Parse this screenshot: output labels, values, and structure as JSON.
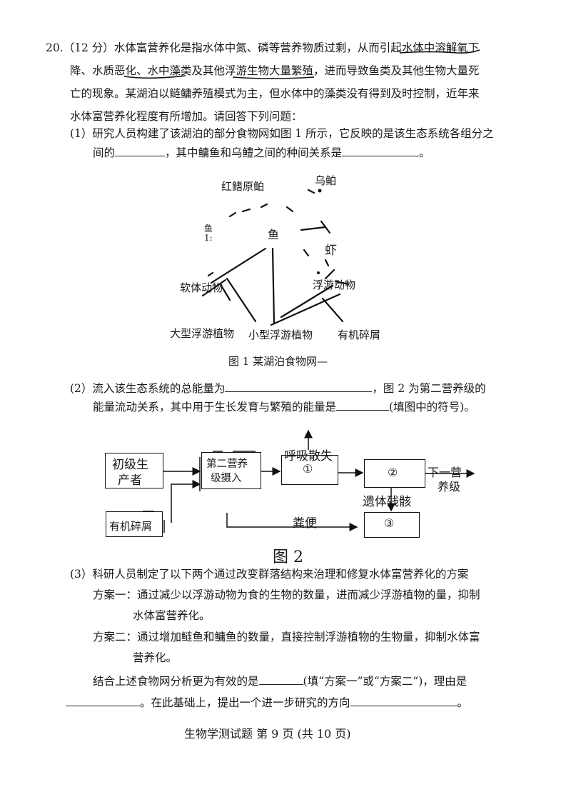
{
  "question": {
    "lines": [
      "20.（12 分）水体富营养化是指水体中氮、磷等营养物质过剩，从而引起水体中溶解氧下",
      "降、水质恶化、水中藻类及其他浮游生物大量繁殖，进而导致鱼类及其他生物大量死",
      "亡的现象。某湖泊以鲢鳙养殖模式为主，但水体中的藻类没有得到及时控制，近年来",
      "水体富营养化程度有所增加。请回答下列问题："
    ]
  },
  "part1": {
    "line1": "(1）研究人员构建了该湖泊的部分食物网如图 1 所示，它反映的是该生态系统各组分之",
    "line2_a": "间的",
    "line2_b": "，其中鳙鱼和乌鳢之间的种间关系是",
    "line2_c": "。"
  },
  "fig1": {
    "nodes": {
      "hongqi": "红鳍原鲌",
      "wushan": "乌鲌",
      "yu_left": "鱼",
      "yu_left_sub": "1:",
      "yu_mid": "鱼",
      "xia": "虾",
      "ruanti": "软体动物",
      "fuyou_dw": "浮游动物",
      "daxing": "大型浮游植物",
      "xiaoxing": "小型浮游植物",
      "youji": "有机碎屑"
    },
    "caption": "图  1  某湖泊食物网—"
  },
  "part2": {
    "line1_a": "(2）流入该生态系统的总能量为",
    "line1_b": "，图 2 为第二营养级的",
    "line2_a": "能量流动关系，其中用于生长发育与繁殖的能量是",
    "line2_b": "(填图中的符号)。"
  },
  "fig2": {
    "producer": "初级生产者",
    "producer_l1": "初级生",
    "producer_l2": "产者",
    "second_l1": "第二营养",
    "second_l2": "级摄入",
    "resp": "呼吸散失",
    "c1": "①",
    "c2": "②",
    "c3": "③",
    "next_l1": "下一营",
    "next_l2": "养级",
    "detritus": "有机碎屑",
    "remains": "遗体残骸",
    "feces": "粪便",
    "caption": "图 2"
  },
  "part3": {
    "line1": "(3）科研人员制定了以下两个通过改变群落结构来治理和修复水体富营养化的方案",
    "planA_l1": "方案一：通过减少以浮游动物为食的生物的数量，进而减少浮游植物的量，抑制",
    "planA_l2": "水体富营养化。",
    "planB_l1": "方案二：通过增加鲢鱼和鳙鱼的数量，直接控制浮游植物的生物量，抑制水体富",
    "planB_l2": "营养化。",
    "line_a": "结合上述食物网分析更为有效的是",
    "line_b": "(填“方案一”或“方案二”)，理由是",
    "line_c": "。在此基础上，提出一个进一步研究的方向",
    "line_d": "。"
  },
  "footer": "生物学测试题  第 9 页  (共 10 页)"
}
